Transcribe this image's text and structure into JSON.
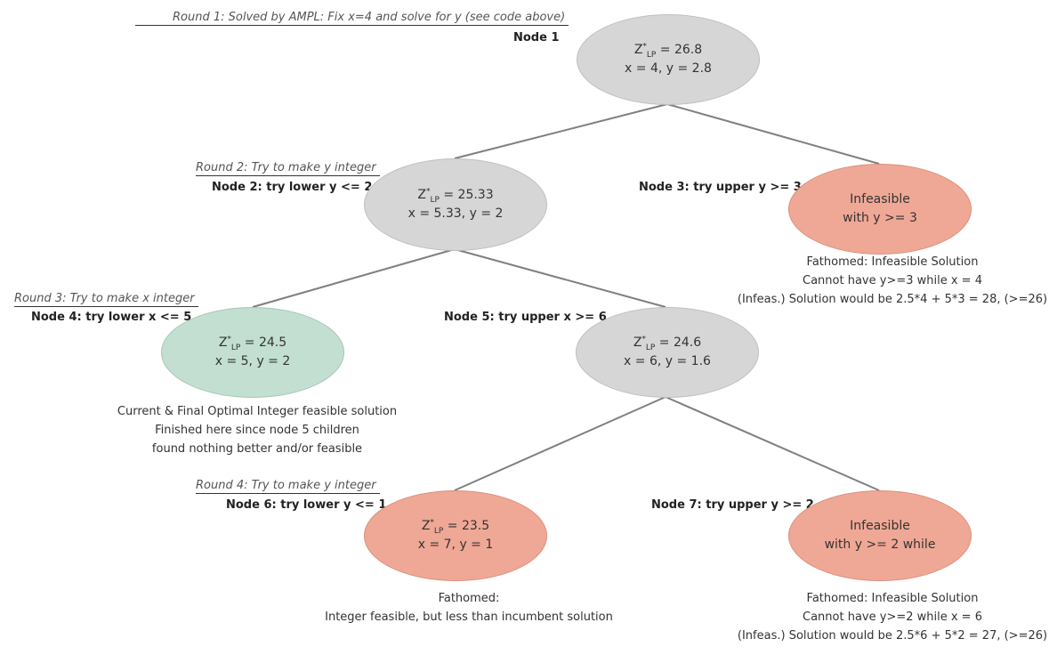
{
  "nodes": {
    "n1": {
      "z_var": "Z",
      "z_sup": "*",
      "z_sub": "LP",
      "z_rest": " = 26.8",
      "line2": "x = 4, y =  2.8"
    },
    "n2": {
      "z_var": "Z",
      "z_sup": "*",
      "z_sub": "LP",
      "z_rest": " = 25.33",
      "line2": "x = 5.33, y =  2"
    },
    "n3": {
      "line1": "Infeasible",
      "line2": "with y >= 3"
    },
    "n4": {
      "z_var": "Z",
      "z_sup": "*",
      "z_sub": "LP",
      "z_rest": " = 24.5",
      "line2": "x = 5, y = 2"
    },
    "n5": {
      "z_var": "Z",
      "z_sup": "*",
      "z_sub": "LP",
      "z_rest": " = 24.6",
      "line2": "x = 6, y = 1.6"
    },
    "n6": {
      "z_var": "Z",
      "z_sup": "*",
      "z_sub": "LP",
      "z_rest": " = 23.5",
      "line2": "x = 7, y =  1"
    },
    "n7": {
      "line1": "Infeasible",
      "line2": "with y >= 2 while"
    }
  },
  "rounds": {
    "r1": "Round 1: Solved by AMPL: Fix x=4 and solve for y (see code above)",
    "r2": "Round 2: Try to make y integer",
    "r3": "Round 3: Try to make x integer",
    "r4": "Round 4: Try to make y integer"
  },
  "labels": {
    "node1": "Node 1",
    "node2": "Node 2: try lower y <= 2",
    "node3": "Node  3: try upper y >= 3",
    "node4": "Node 4: try lower x <= 5",
    "node5": "Node 5: try upper x >= 6",
    "node6": "Node 6:  try lower y <= 1",
    "node7": "Node 7: try upper y >= 2"
  },
  "notes": {
    "n3": [
      "Fathomed: Infeasible Solution",
      "Cannot have y>=3 while x = 4",
      "(Infeas.) Solution would be 2.5*4 + 5*3 = 28, (>=26)"
    ],
    "n4": [
      "Current & Final Optimal Integer feasible solution",
      "Finished here since node 5 children",
      "found nothing better and/or feasible"
    ],
    "n6": [
      "Fathomed:",
      "Integer feasible, but less than incumbent solution"
    ],
    "n7": [
      "Fathomed: Infeasible Solution",
      "Cannot have y>=2 while x = 6",
      "(Infeas.) Solution would be 2.5*6 + 5*2 = 27, (>=26)"
    ]
  },
  "colors": {
    "relaxed_node": "#d6d6d6",
    "fathomed_node": "#f0a896",
    "optimal_node": "#c3dfd1",
    "edge": "#7f7f7f"
  }
}
